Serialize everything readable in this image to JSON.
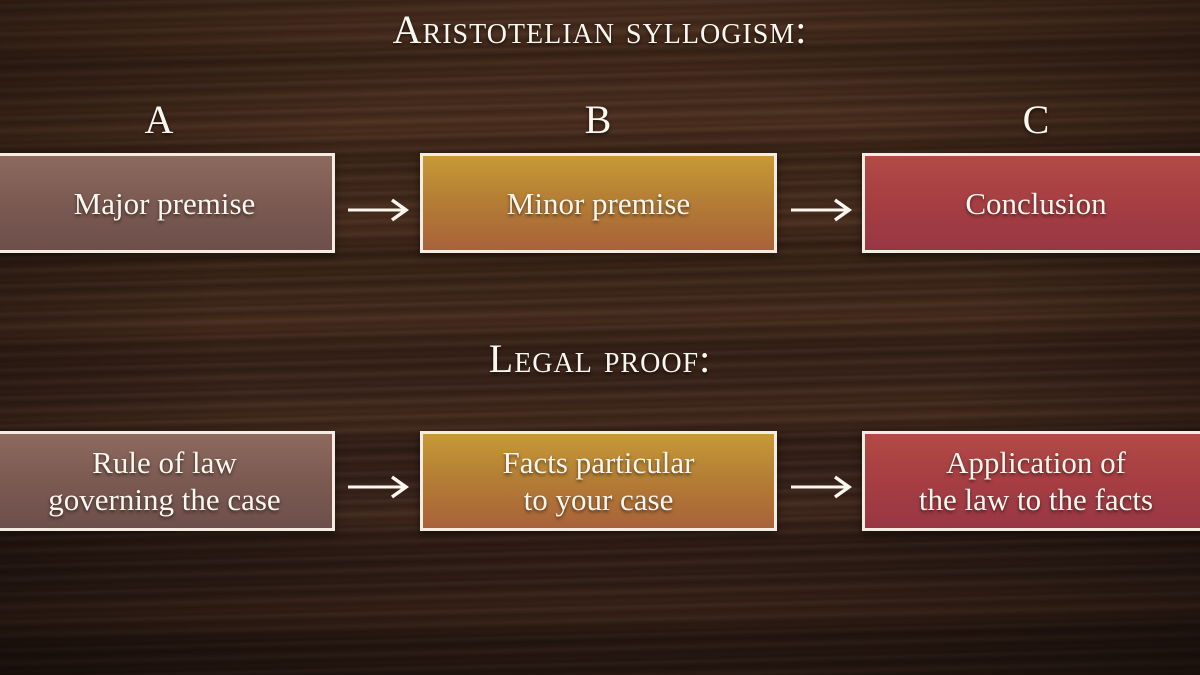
{
  "syllogism": {
    "title": "Aristotelian syllogism:",
    "columns": [
      "A",
      "B",
      "C"
    ],
    "boxes": [
      "Major premise",
      "Minor premise",
      "Conclusion"
    ]
  },
  "legal_proof": {
    "title": "Legal proof:",
    "boxes": [
      [
        "Rule of law",
        "governing the case"
      ],
      [
        "Facts particular",
        "to your case"
      ],
      [
        "Application of",
        "the law to the facts"
      ]
    ]
  },
  "colors": {
    "box_a": "#7b5a52",
    "box_b": "#b57f35",
    "box_c": "#a63e43",
    "border": "#f4ece0",
    "text": "#fbf6ee"
  },
  "icons": [
    "arrow-right-icon"
  ]
}
